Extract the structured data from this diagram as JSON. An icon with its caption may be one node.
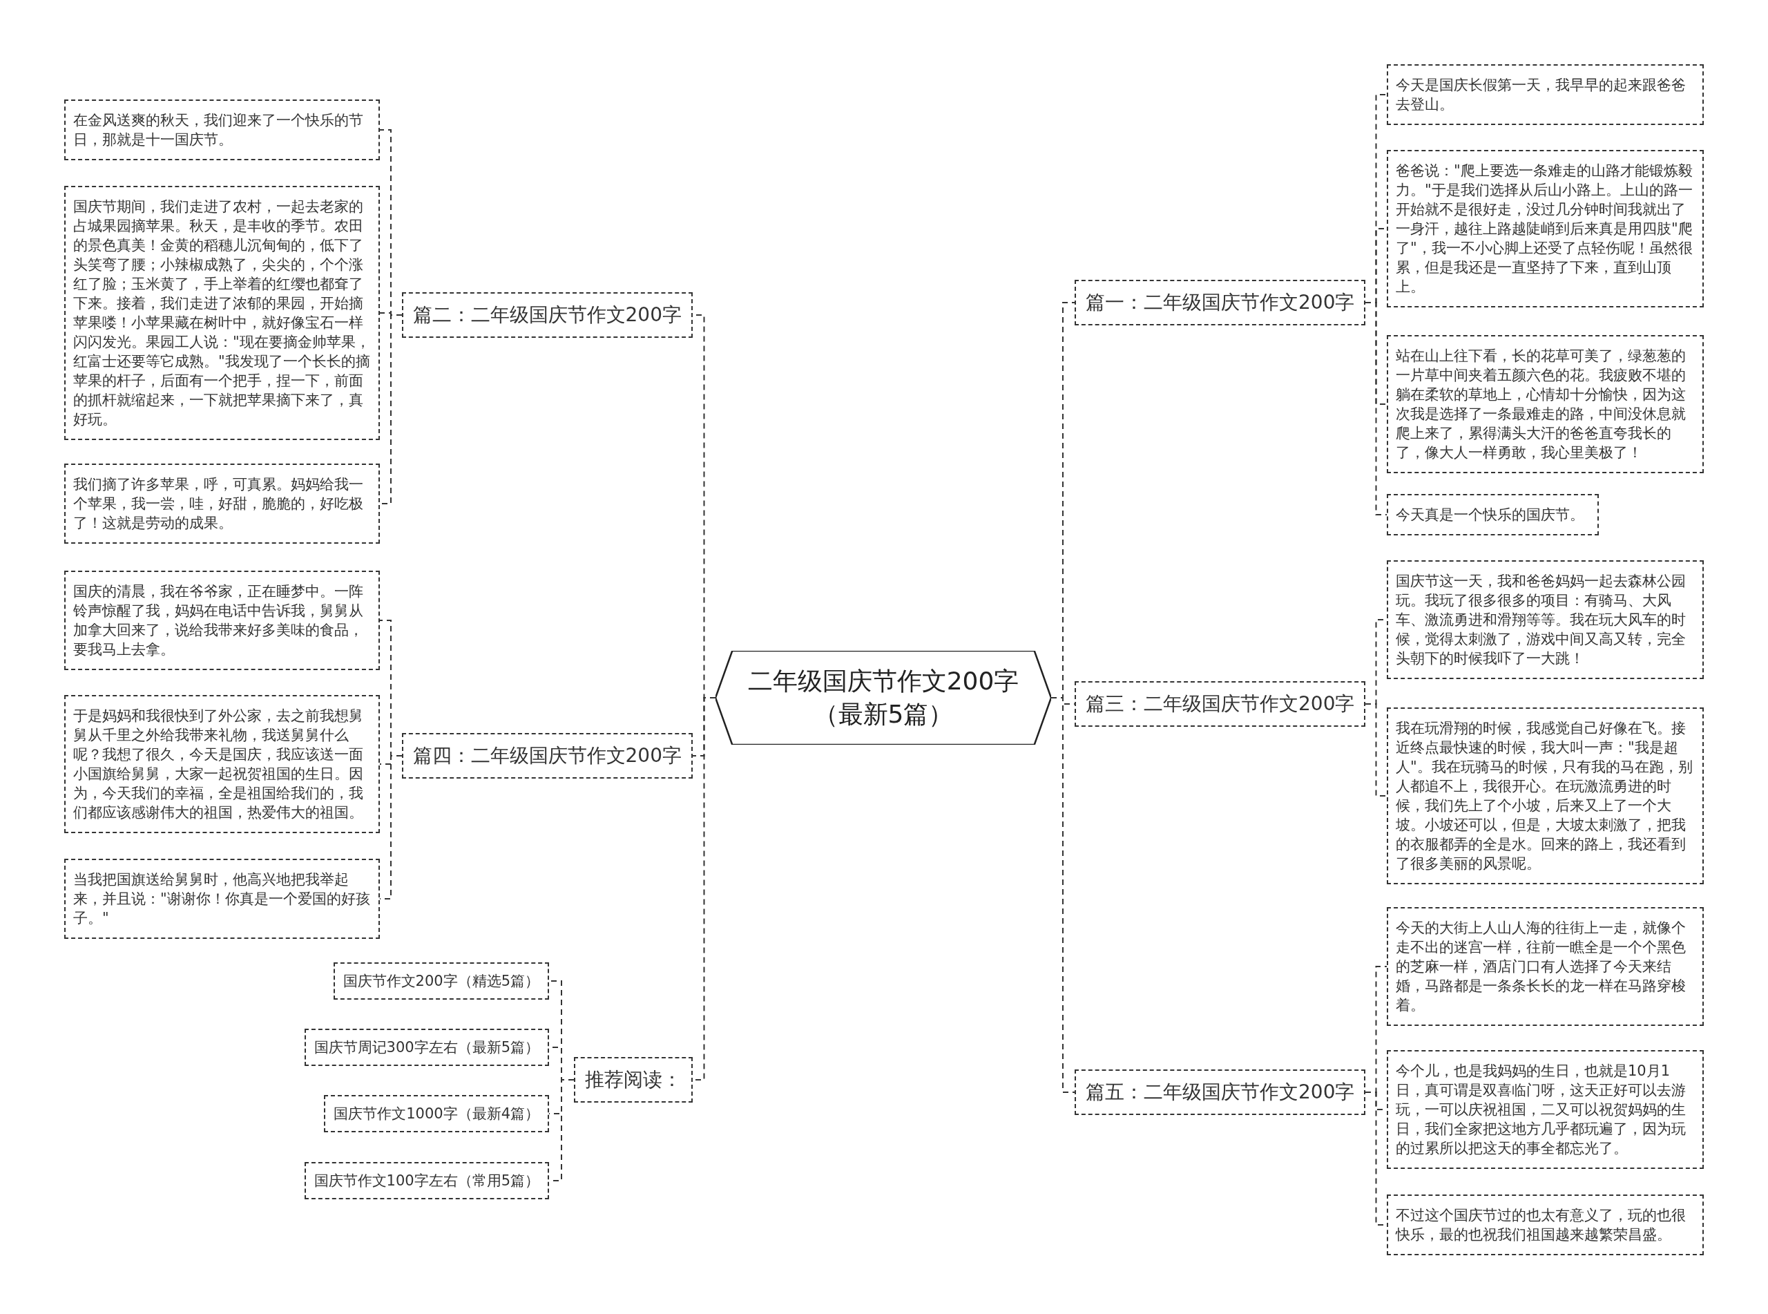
{
  "diagram": {
    "nodes": [
      {
        "text": [
          "二年级国庆节作文200字（最新5篇）"
        ]
      },
      {
        "text": [
          "篇一：二年级国庆节作文200字"
        ]
      },
      {
        "text": [
          "今天是国庆长假第一天，我早早的起来跟爸爸去登山。"
        ]
      },
      {
        "text": [
          "爸爸说：\"爬上要选一条难走的山路才能锻炼毅力。\"于是我们选择从后山小路上。上山的路一开始就不是很好走，没过几分钟时间我就出了一身汗，越往上路越陡峭到后来真是用四肢\"爬了\"，我一不小心脚上还受了点轻伤呢！虽然很累，但是我还是一直坚持了下来，直到山顶上。"
        ]
      },
      {
        "text": [
          "站在山上往下看，长的花草可美了，绿葱葱的一片草中间夹着五颜六色的花。我疲败不堪的躺在柔软的草地上，心情却十分愉快，因为这次我是选择了一条最难走的路，中间没休息就爬上来了，累得满头大汗的爸爸直夸我长的了，像大人一样勇敢，我心里美极了！"
        ]
      },
      {
        "text": [
          "今天真是一个快乐的国庆节。"
        ]
      },
      {
        "text": [
          "篇二：二年级国庆节作文200字"
        ]
      },
      {
        "text": [
          "在金风送爽的秋天，我们迎来了一个快乐的节日，那就是十一国庆节。"
        ]
      },
      {
        "text": [
          "国庆节期间，我们走进了农村，一起去老家的占城果园摘苹果。秋天，是丰收的季节。农田的景色真美！金黄的稻穗儿沉甸甸的，低下了头笑弯了腰；小辣椒成熟了，尖尖的，个个涨红了脸；玉米黄了，手上举着的红缨也都耷了下来。接着，我们走进了浓郁的果园，开始摘苹果喽！小苹果藏在树叶中，就好像宝石一样闪闪发光。果园工人说：\"现在要摘金帅苹果，红富士还要等它成熟。\"我发现了一个长长的摘苹果的杆子，后面有一个把手，捏一下，前面的抓杆就缩起来，一下就把苹果摘下来了，真好玩。"
        ]
      },
      {
        "text": [
          "我们摘了许多苹果，呼，可真累。妈妈给我一个苹果，我一尝，哇，好甜，脆脆的，好吃极了！这就是劳动的成果。"
        ]
      },
      {
        "text": [
          "篇三：二年级国庆节作文200字"
        ]
      },
      {
        "text": [
          "国庆节这一天，我和爸爸妈妈一起去森林公园玩。我玩了很多很多的项目：有骑马、大风车、激流勇进和滑翔等等。我在玩大风车的时候，觉得太刺激了，游戏中间又高又转，完全头朝下的时候我吓了一大跳！"
        ]
      },
      {
        "text": [
          "我在玩滑翔的时候，我感觉自己好像在飞。接近终点最快速的时候，我大叫一声：\"我是超人\"。我在玩骑马的时候，只有我的马在跑，别人都追不上，我很开心。在玩激流勇进的时候，我们先上了个小坡，后来又上了一个大坡。小坡还可以，但是，大坡太刺激了，把我的衣服都弄的全是水。回来的路上，我还看到了很多美丽的风景呢。"
        ]
      },
      {
        "text": [
          "篇四：二年级国庆节作文200字"
        ]
      },
      {
        "text": [
          "国庆的清晨，我在爷爷家，正在睡梦中。一阵铃声惊醒了我，妈妈在电话中告诉我，舅舅从加拿大回来了，说给我带来好多美味的食品，要我马上去拿。"
        ]
      },
      {
        "text": [
          "于是妈妈和我很快到了外公家，去之前我想舅舅从千里之外给我带来礼物，我送舅舅什么呢？我想了很久，今天是国庆，我应该送一面小国旗给舅舅，大家一起祝贺祖国的生日。因为，今天我们的幸福，全是祖国给我们的，我们都应该感谢伟大的祖国，热爱伟大的祖国。"
        ]
      },
      {
        "text": [
          "当我把国旗送给舅舅时，他高兴地把我举起来，并且说：\"谢谢你！你真是一个爱国的好孩子。\""
        ]
      },
      {
        "text": [
          "篇五：二年级国庆节作文200字"
        ]
      },
      {
        "text": [
          "今天的大街上人山人海的往街上一走，就像个走不出的迷宫一样，往前一瞧全是一个个黑色的芝麻一样，酒店门口有人选择了今天来结婚，马路都是一条条长长的龙一样在马路穿梭着。"
        ]
      },
      {
        "text": [
          "今个儿，也是我妈妈的生日，也就是10月1日，真可谓是双喜临门呀，这天正好可以去游玩，一可以庆祝祖国，二又可以祝贺妈妈的生日，我们全家把这地方几乎都玩遍了，因为玩的过累所以把这天的事全都忘光了。"
        ]
      },
      {
        "text": [
          "不过这个国庆节过的也太有意义了，玩的也很快乐，最的也祝我们祖国越来越繁荣昌盛。"
        ]
      },
      {
        "text": [
          "推荐阅读："
        ]
      },
      {
        "text": [
          "国庆节作文200字（精选5篇）"
        ]
      },
      {
        "text": [
          "国庆节周记300字左右（最新5篇）"
        ]
      },
      {
        "text": [
          "国庆节作文1000字（最新4篇）"
        ]
      },
      {
        "text": [
          "国庆节作文100字左右（常用5篇）"
        ]
      }
    ],
    "edges": [
      {
        "from": 0,
        "to": 1,
        "arrow": "none"
      },
      {
        "from": 1,
        "to": 2,
        "arrow": "none"
      },
      {
        "from": 1,
        "to": 3,
        "arrow": "none"
      },
      {
        "from": 1,
        "to": 4,
        "arrow": "none"
      },
      {
        "from": 1,
        "to": 5,
        "arrow": "none"
      },
      {
        "from": 0,
        "to": 6,
        "arrow": "none"
      },
      {
        "from": 6,
        "to": 7,
        "arrow": "none"
      },
      {
        "from": 6,
        "to": 8,
        "arrow": "none"
      },
      {
        "from": 6,
        "to": 9,
        "arrow": "none"
      },
      {
        "from": 0,
        "to": 10,
        "arrow": "none"
      },
      {
        "from": 10,
        "to": 11,
        "arrow": "none"
      },
      {
        "from": 10,
        "to": 12,
        "arrow": "none"
      },
      {
        "from": 0,
        "to": 13,
        "arrow": "none"
      },
      {
        "from": 13,
        "to": 14,
        "arrow": "none"
      },
      {
        "from": 13,
        "to": 15,
        "arrow": "none"
      },
      {
        "from": 13,
        "to": 16,
        "arrow": "none"
      },
      {
        "from": 0,
        "to": 17,
        "arrow": "none"
      },
      {
        "from": 17,
        "to": 18,
        "arrow": "none"
      },
      {
        "from": 17,
        "to": 19,
        "arrow": "none"
      },
      {
        "from": 17,
        "to": 20,
        "arrow": "none"
      },
      {
        "from": 0,
        "to": 21,
        "arrow": "none"
      },
      {
        "from": 21,
        "to": 22,
        "arrow": "none"
      },
      {
        "from": 21,
        "to": 23,
        "arrow": "none"
      },
      {
        "from": 21,
        "to": 24,
        "arrow": "none"
      },
      {
        "from": 21,
        "to": 25,
        "arrow": "none"
      }
    ]
  }
}
